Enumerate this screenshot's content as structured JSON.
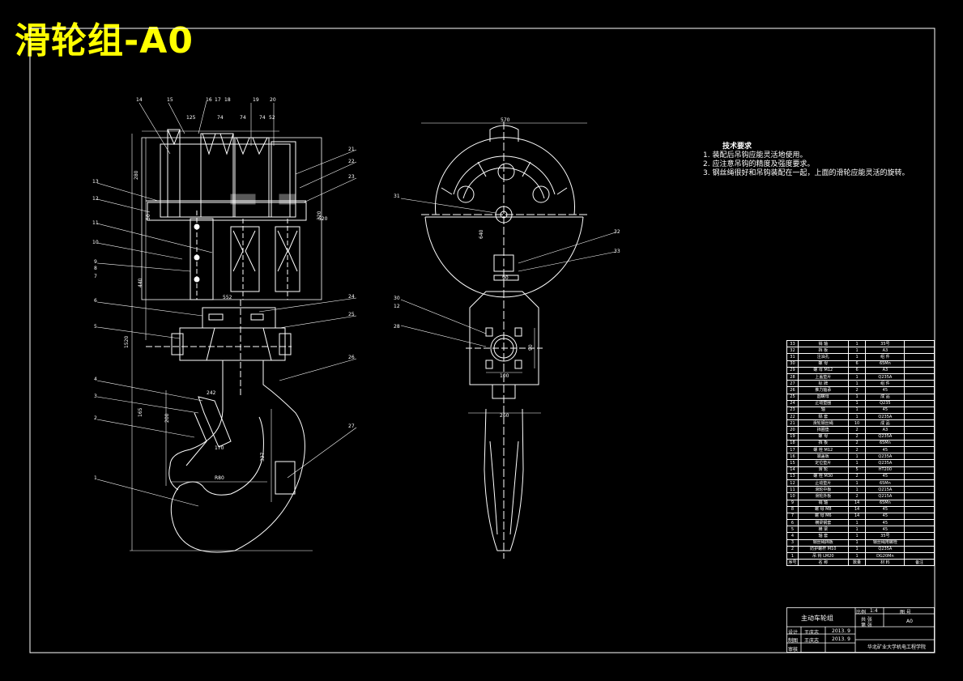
{
  "title": "滑轮组-A0",
  "tech_requirements": {
    "heading": "技术要求",
    "items": [
      "1. 装配后吊钩应能灵活地使用。",
      "2. 应注意吊钩的精度及强度要求。",
      "3. 钢丝绳很好和吊钩装配在一起，上面的滑轮应能灵活的旋转。"
    ]
  },
  "side_view_labels": {
    "top_balloons": [
      "14",
      "15",
      "16",
      "17",
      "18",
      "19",
      "20"
    ],
    "left_balloons": [
      "13",
      "12",
      "11",
      "10",
      "9",
      "8",
      "7",
      "6",
      "5",
      "4",
      "3",
      "2",
      "1"
    ],
    "right_balloons": [
      "21",
      "22",
      "23",
      "24",
      "25",
      "26",
      "27"
    ],
    "dimensions": [
      "125",
      "74",
      "74",
      "74",
      "52",
      "280",
      "320",
      "440",
      "552",
      "1520",
      "242",
      "200",
      "165",
      "170",
      "R80",
      "327",
      "520",
      "50"
    ]
  },
  "front_view_labels": {
    "balloons": [
      "31",
      "32",
      "33",
      "30",
      "12",
      "28"
    ],
    "dimensions": [
      "570",
      "640",
      "90",
      "260",
      "90",
      "100"
    ]
  },
  "bom_rows": [
    [
      "33",
      "销 轴",
      "1",
      "35号",
      ""
    ],
    [
      "32",
      "挡 板",
      "1",
      "A3",
      ""
    ],
    [
      "31",
      "注油孔",
      "1",
      "组 件",
      ""
    ],
    [
      "30",
      "螺 母",
      "6",
      "65Mn",
      ""
    ],
    [
      "29",
      "螺 母 M12",
      "6",
      "A3",
      ""
    ],
    [
      "28",
      "上盖垫片",
      "1",
      "Q235A",
      ""
    ],
    [
      "27",
      "标 牌",
      "1",
      "组 件",
      ""
    ],
    [
      "26",
      "推力轴承",
      "2",
      "45",
      ""
    ],
    [
      "25",
      "圆螺母",
      "1",
      "成 品",
      ""
    ],
    [
      "24",
      "止动垫圈",
      "1",
      "Q235",
      ""
    ],
    [
      "23",
      "轴",
      "1",
      "45",
      ""
    ],
    [
      "22",
      "隔 套",
      "1",
      "Q235A",
      ""
    ],
    [
      "21",
      "滑轮钢丝绳",
      "10",
      "成 品",
      ""
    ],
    [
      "20",
      "挡圈垫",
      "2",
      "A3",
      ""
    ],
    [
      "19",
      "螺 母",
      "2",
      "Q235A",
      ""
    ],
    [
      "18",
      "挡 板",
      "2",
      "65Mn",
      ""
    ],
    [
      "17",
      "螺 栓 M12",
      "2",
      "45",
      ""
    ],
    [
      "16",
      "端盖板",
      "1",
      "Q235A",
      ""
    ],
    [
      "15",
      "定位垫片",
      "1",
      "Q235A",
      ""
    ],
    [
      "14",
      "滑 轮",
      "5",
      "HT200",
      ""
    ],
    [
      "13",
      "螺 栓 M30",
      "2",
      "45",
      ""
    ],
    [
      "12",
      "止动垫片",
      "1",
      "65Mn",
      ""
    ],
    [
      "11",
      "滑轮中板",
      "1",
      "Q215A",
      ""
    ],
    [
      "10",
      "滑轮外板",
      "2",
      "Q215A",
      ""
    ],
    [
      "9",
      "销 轴",
      "14",
      "65Mn",
      ""
    ],
    [
      "8",
      "螺 母 M8",
      "14",
      "45",
      ""
    ],
    [
      "7",
      "螺 母 M6",
      "14",
      "45",
      ""
    ],
    [
      "6",
      "横梁钢套",
      "1",
      "45",
      ""
    ],
    [
      "5",
      "横 梁",
      "1",
      "45",
      ""
    ],
    [
      "4",
      "轴 套",
      "1",
      "35号",
      ""
    ],
    [
      "3",
      "钢丝绳挡板",
      "1",
      "钢丝绳用螺栓",
      ""
    ],
    [
      "2",
      "防护螺杆 M10",
      "1",
      "Q235A",
      ""
    ],
    [
      "1",
      "吊 钩 LM20",
      "1",
      "DG20Mn",
      ""
    ]
  ],
  "bom_header": [
    "序号",
    "名 称",
    "数量",
    "材 料",
    "备注"
  ],
  "title_block": {
    "drawing_name": "主动车轮组",
    "scale_label": "比例",
    "scale_value": "1:4",
    "sheet_label": "图 号",
    "sheet_value": "A0",
    "designer_label": "设计",
    "designer_name": "王庆志",
    "designer_date": "2013. 9",
    "drafter_label": "制图",
    "drafter_name": "王庆志",
    "drafter_date": "2013. 9",
    "review_label": "审核",
    "weight_label": "共 张",
    "sheet_count_label": "第 张",
    "school": "华北矿业大学机电工程学院"
  },
  "colors": {
    "background": "#000000",
    "lines": "#ffffff",
    "title": "#ffff00"
  }
}
